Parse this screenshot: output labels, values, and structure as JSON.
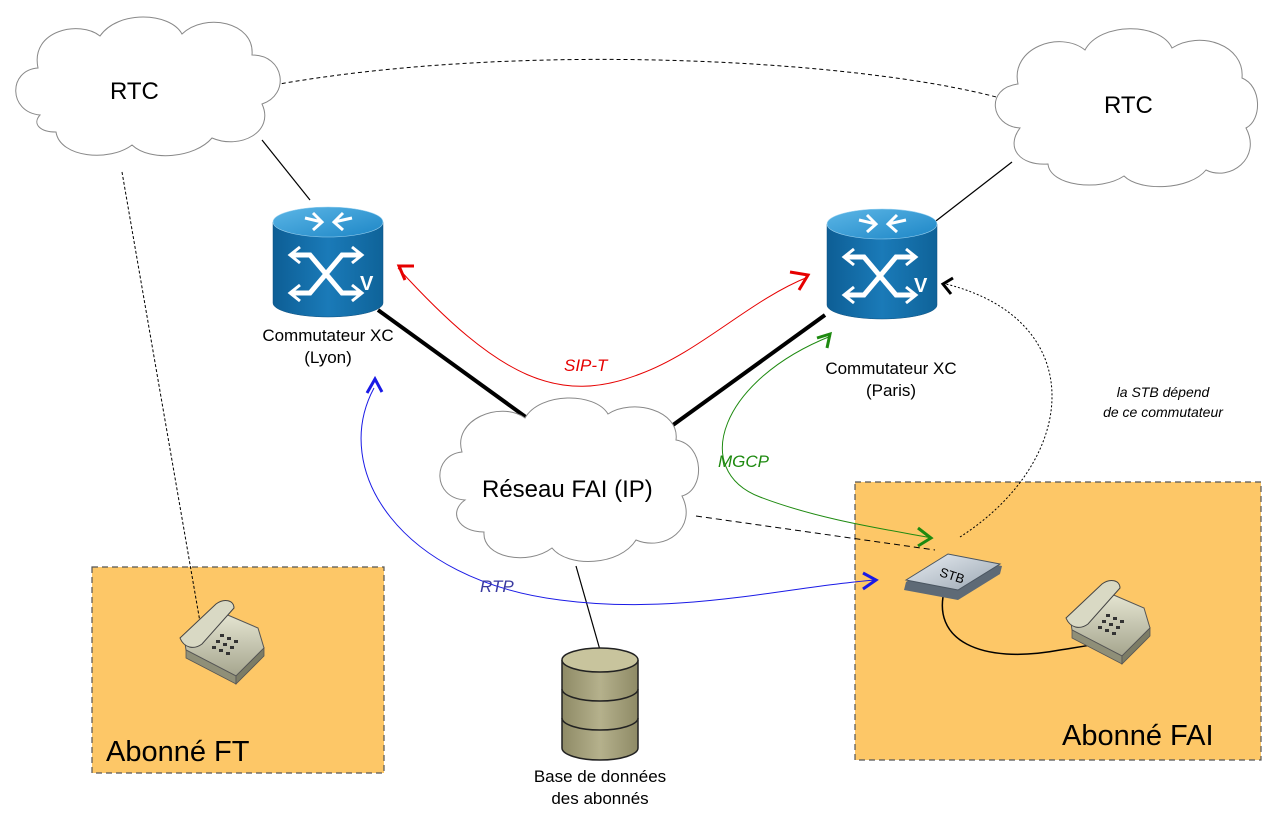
{
  "nodes": {
    "rtc_left": "RTC",
    "rtc_right": "RTC",
    "switch_lyon": [
      "Commutateur XC",
      "(Lyon)"
    ],
    "switch_paris": [
      "Commutateur XC",
      "(Paris)"
    ],
    "isp_network": "Réseau FAI (IP)",
    "database": [
      "Base de données",
      "des abonnés"
    ],
    "stb": "STB",
    "switch_glyph": "V"
  },
  "boxes": {
    "ft_subscriber": "Abonné FT",
    "isp_subscriber": "Abonné FAI"
  },
  "protocols": {
    "sip": "SIP-T",
    "mgcp": "MGCP",
    "rtp": "RTP"
  },
  "note": [
    "la STB dépend",
    "de ce commutateur"
  ],
  "colors": {
    "box_fill": "#fdc767",
    "switch_blue": "#1a7ab8",
    "sip_red": "#e60000",
    "mgcp_green": "#1e8a10",
    "rtp_blue": "#1a1ae6",
    "rtp_label": "#3a3aa0",
    "database_fill": "#b1ad87"
  }
}
